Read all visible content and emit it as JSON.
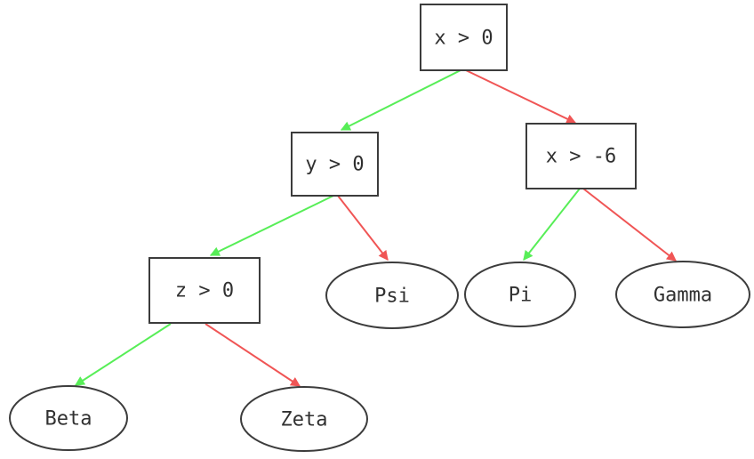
{
  "diagram": {
    "kind": "decision-tree",
    "background": "#ffffff",
    "node_border_color": "#3c3c3c",
    "node_fill": "#ffffff",
    "text_color": "#303030",
    "edge_colors": {
      "green": "#57ee57",
      "red": "#f05555"
    },
    "nodes": {
      "root": {
        "label": "x > 0",
        "shape": "box"
      },
      "y0": {
        "label": "y > 0",
        "shape": "box"
      },
      "xm6": {
        "label": "x > -6",
        "shape": "box"
      },
      "z0": {
        "label": "z > 0",
        "shape": "box"
      },
      "psi": {
        "label": "Psi",
        "shape": "ellipse"
      },
      "pi": {
        "label": "Pi",
        "shape": "ellipse"
      },
      "gamma": {
        "label": "Gamma",
        "shape": "ellipse"
      },
      "beta": {
        "label": "Beta",
        "shape": "ellipse"
      },
      "zeta": {
        "label": "Zeta",
        "shape": "ellipse"
      }
    },
    "edges": [
      {
        "from": "x > 0",
        "to": "y > 0",
        "side": "left",
        "color": "green"
      },
      {
        "from": "x > 0",
        "to": "x > -6",
        "side": "right",
        "color": "red"
      },
      {
        "from": "y > 0",
        "to": "z > 0",
        "side": "left",
        "color": "green"
      },
      {
        "from": "y > 0",
        "to": "Psi",
        "side": "right",
        "color": "red"
      },
      {
        "from": "x > -6",
        "to": "Pi",
        "side": "left",
        "color": "green"
      },
      {
        "from": "x > -6",
        "to": "Gamma",
        "side": "right",
        "color": "red"
      },
      {
        "from": "z > 0",
        "to": "Beta",
        "side": "left",
        "color": "green"
      },
      {
        "from": "z > 0",
        "to": "Zeta",
        "side": "right",
        "color": "red"
      }
    ]
  }
}
